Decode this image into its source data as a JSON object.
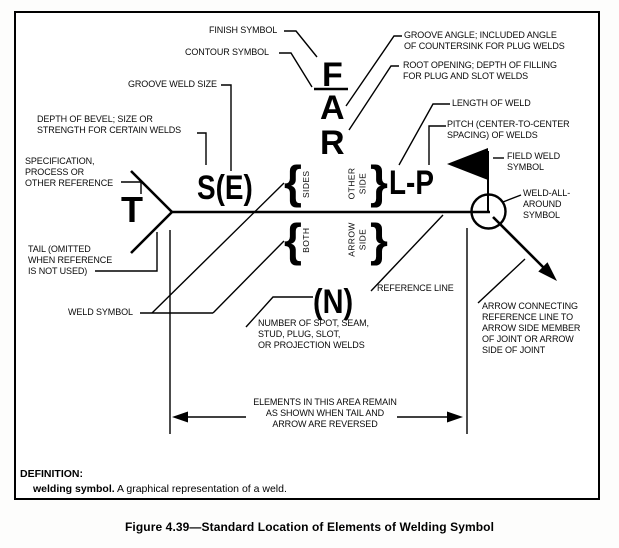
{
  "figure": {
    "caption": "Figure 4.39—Standard Location of Elements of Welding Symbol",
    "definition_heading": "DEFINITION:",
    "definition_term": "welding symbol.",
    "definition_text": "  A graphical representation of a weld."
  },
  "symbols": {
    "tail_letter": "T",
    "depth_size": "S(E)",
    "finish": "F",
    "groove_angle": "A",
    "root_opening": "R",
    "length_pitch": "L-P",
    "number": "(N)"
  },
  "side_labels": {
    "brace_open": "{",
    "brace_close": "}",
    "sides": "SIDES",
    "other_side": "OTHER\nSIDE",
    "both": "BOTH",
    "arrow_side": "ARROW\nSIDE"
  },
  "labels": {
    "finish_symbol": "FINISH SYMBOL",
    "contour_symbol": "CONTOUR SYMBOL",
    "groove_weld_size": "GROOVE WELD SIZE",
    "depth_of_bevel": "DEPTH OF BEVEL; SIZE OR\nSTRENGTH FOR CERTAIN WELDS",
    "specification": "SPECIFICATION,\nPROCESS OR\nOTHER REFERENCE",
    "tail": "TAIL (OMITTED\nWHEN REFERENCE\nIS NOT USED)",
    "weld_symbol": "WELD SYMBOL",
    "groove_angle": "GROOVE ANGLE; INCLUDED ANGLE\nOF COUNTERSINK FOR PLUG WELDS",
    "root_opening": "ROOT OPENING; DEPTH OF FILLING\nFOR PLUG AND SLOT WELDS",
    "length_of_weld": "LENGTH OF WELD",
    "pitch": "PITCH (CENTER-TO-CENTER\nSPACING) OF WELDS",
    "field_weld": "FIELD WELD\nSYMBOL",
    "weld_all_around": "WELD-ALL-\nAROUND\nSYMBOL",
    "reference_line": "REFERENCE LINE",
    "arrow_connecting": "ARROW CONNECTING\nREFERENCE LINE TO\nARROW SIDE MEMBER\nOF JOINT OR ARROW\nSIDE OF JOINT",
    "number_of_welds": "NUMBER OF SPOT, SEAM,\nSTUD, PLUG, SLOT,\nOR PROJECTION WELDS",
    "elements_area": "ELEMENTS IN THIS AREA REMAIN\nAS SHOWN WHEN TAIL AND\nARROW ARE REVERSED"
  },
  "colors": {
    "ink": "#000000",
    "paper": "#ffffff"
  }
}
